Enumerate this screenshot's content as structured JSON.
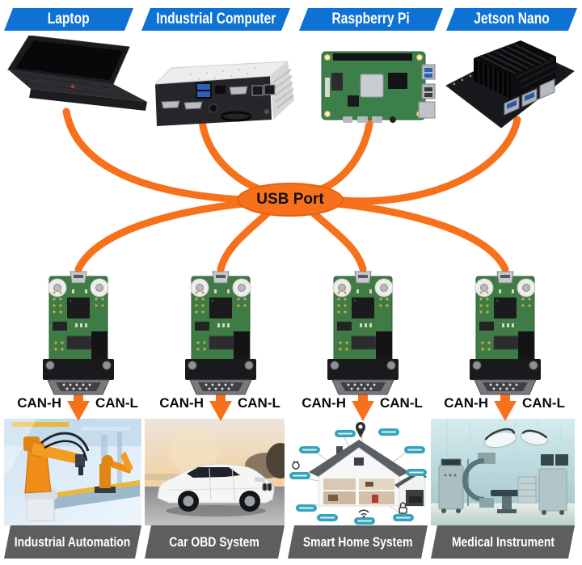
{
  "colors": {
    "cable_orange": "#F7711C",
    "host_label_blue": "#0E72D5",
    "app_label_gray": "#5E5E5E",
    "pcb_green": "#3E7B45"
  },
  "hosts": [
    {
      "label": "Laptop"
    },
    {
      "label": "Industrial Computer"
    },
    {
      "label": "Raspberry Pi"
    },
    {
      "label": "Jetson Nano"
    }
  ],
  "hub": {
    "label": "USB Port"
  },
  "adapters": [
    {
      "left_label": "CAN-H",
      "right_label": "CAN-L"
    },
    {
      "left_label": "CAN-H",
      "right_label": "CAN-L"
    },
    {
      "left_label": "CAN-H",
      "right_label": "CAN-L"
    },
    {
      "left_label": "CAN-H",
      "right_label": "CAN-L"
    }
  ],
  "applications": [
    {
      "label": "Industrial Automation"
    },
    {
      "label": "Car OBD System"
    },
    {
      "label": "Smart Home System"
    },
    {
      "label": "Medical Instrument"
    }
  ]
}
